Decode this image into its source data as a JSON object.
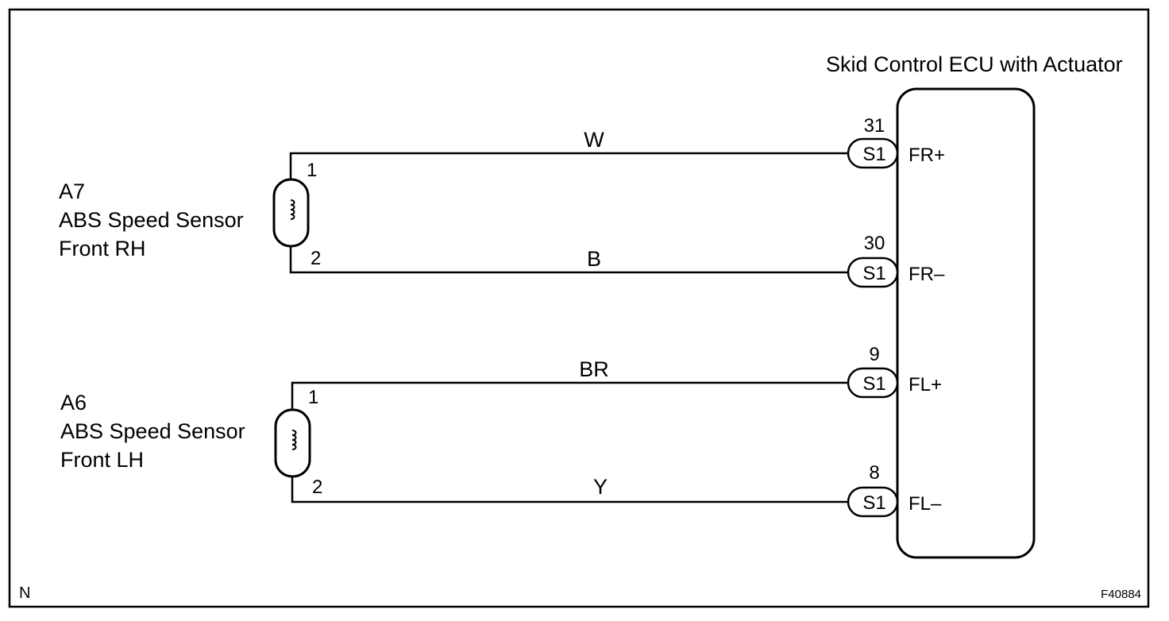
{
  "ecu": {
    "title": "Skid Control ECU with Actuator",
    "pins": [
      {
        "number": "31",
        "connector": "S1",
        "terminal": "FR+",
        "wire_color": "W"
      },
      {
        "number": "30",
        "connector": "S1",
        "terminal": "FR–",
        "wire_color": "B"
      },
      {
        "number": "9",
        "connector": "S1",
        "terminal": "FL+",
        "wire_color": "BR"
      },
      {
        "number": "8",
        "connector": "S1",
        "terminal": "FL–",
        "wire_color": "Y"
      }
    ]
  },
  "sensors": [
    {
      "code": "A7",
      "name": "ABS Speed Sensor",
      "position": "Front RH",
      "pin_top": "1",
      "pin_bottom": "2"
    },
    {
      "code": "A6",
      "name": "ABS Speed Sensor",
      "position": "Front LH",
      "pin_top": "1",
      "pin_bottom": "2"
    }
  ],
  "footer": {
    "corner_mark": "N",
    "figure_id": "F40884"
  }
}
